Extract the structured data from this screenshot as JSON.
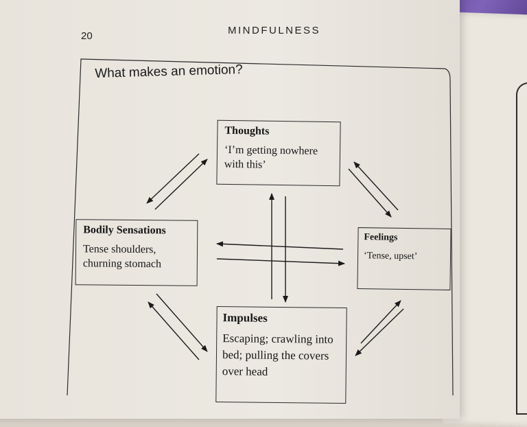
{
  "page": {
    "number": "20",
    "running_head": "MINDFULNESS"
  },
  "diagram": {
    "heading": "What makes an emotion?",
    "nodes": {
      "thoughts": {
        "title": "Thoughts",
        "body": "‘I’m getting nowhere with this’"
      },
      "bodily_sensations": {
        "title": "Bodily Sensations",
        "body": "Tense shoulders, churning stomach"
      },
      "feelings": {
        "title": "Feelings",
        "body": "‘Tense, upset’"
      },
      "impulses": {
        "title": "Impulses",
        "body": "Escaping; crawling into bed; pulling the covers over head"
      }
    }
  },
  "colors": {
    "ink": "#1a1a1a",
    "paper": "#ebe7df",
    "fabric": "#6b4fa3"
  }
}
